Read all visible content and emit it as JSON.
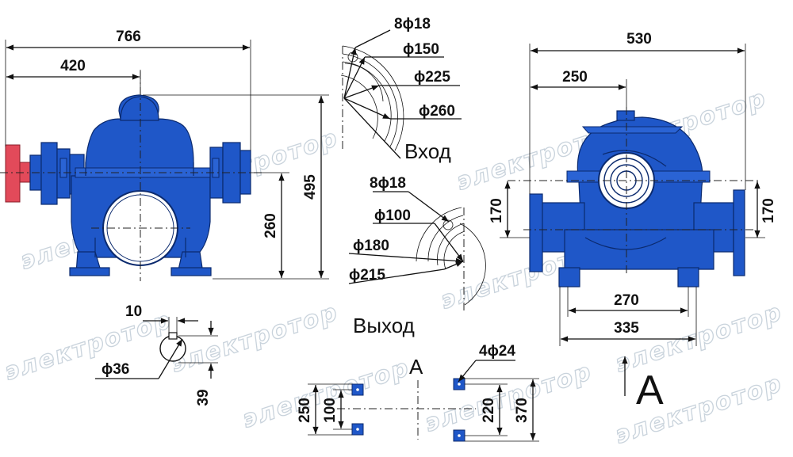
{
  "watermark": "электротор",
  "front_view": {
    "dims": {
      "overall_length": "766",
      "half_length": "420",
      "overall_height": "495",
      "axis_height": "260"
    }
  },
  "side_view": {
    "dims": {
      "overall_width": "530",
      "half_width": "250",
      "inlet_axis": "170",
      "outlet_axis": "170",
      "foot_inner": "270",
      "foot_outer": "335"
    },
    "view_letter": "A"
  },
  "inlet_flange": {
    "label": "Вход",
    "holes": "8ϕ18",
    "d1": "ϕ150",
    "d2": "ϕ225",
    "d3": "ϕ260"
  },
  "outlet_flange": {
    "label": "Выход",
    "holes": "8ϕ18",
    "d1": "ϕ100",
    "d2": "ϕ180",
    "d3": "ϕ215"
  },
  "shaft_detail": {
    "key": "10",
    "diameter": "ϕ36",
    "height": "39"
  },
  "foot_holes_view": {
    "title": "A",
    "holes": "4ϕ24",
    "dim_250": "250",
    "dim_100": "100",
    "dim_220": "220",
    "dim_370": "370"
  }
}
